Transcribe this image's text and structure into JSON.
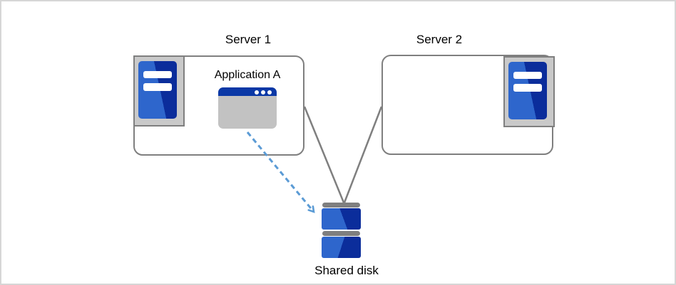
{
  "colors": {
    "line_gray": "#7f7f7f",
    "frame_gray": "#c9c9c9",
    "window_gray": "#c2c2c2",
    "blue_light": "#2e66cc",
    "blue_dark": "#0b2d9b",
    "titlebar_blue": "#0a38a6",
    "arrow_blue": "#5b9bd5",
    "canvas_border": "#d6d6d6",
    "text_color": "#000000"
  },
  "diagram": {
    "server1": {
      "label": "Server 1",
      "icon": "server-tower-icon",
      "application": {
        "label": "Application A",
        "icon": "application-window-icon"
      }
    },
    "server2": {
      "label": "Server 2",
      "icon": "server-tower-icon"
    },
    "shared_disk": {
      "label": "Shared disk",
      "icon": "disk-stack-icon"
    },
    "connections": [
      {
        "from": "server1",
        "to": "shared_disk",
        "style": "solid-gray-line"
      },
      {
        "from": "server2",
        "to": "shared_disk",
        "style": "solid-gray-line"
      },
      {
        "from": "application_a",
        "to": "shared_disk",
        "style": "blue-dashed-arrow"
      }
    ]
  }
}
